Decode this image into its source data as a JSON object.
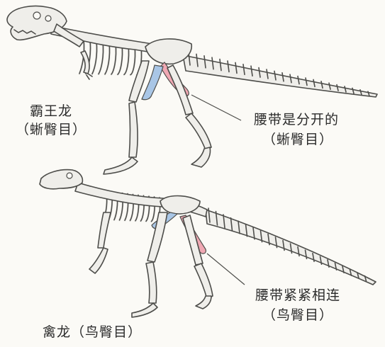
{
  "colors": {
    "background": "#fbfaf6",
    "bone": "#efeeea",
    "outline": "#4d4d4a",
    "pubis": "#f0a8b3",
    "ischium": "#a9c6e6",
    "text": "#2b2b2b"
  },
  "tyrannosaurus": {
    "name": "霸王龙",
    "order": "（蜥臀目）",
    "hip_note": "腰带是分开的",
    "hip_note_order": "（蜥臀目）",
    "icon": "tyrannosaurus-skeleton-icon"
  },
  "ornithischian": {
    "name_with_order": "禽龙（鸟臀目）",
    "hip_note": "腰带紧紧相连",
    "hip_note_order": "（鸟臀目）",
    "icon": "iguanodon-skeleton-icon"
  }
}
